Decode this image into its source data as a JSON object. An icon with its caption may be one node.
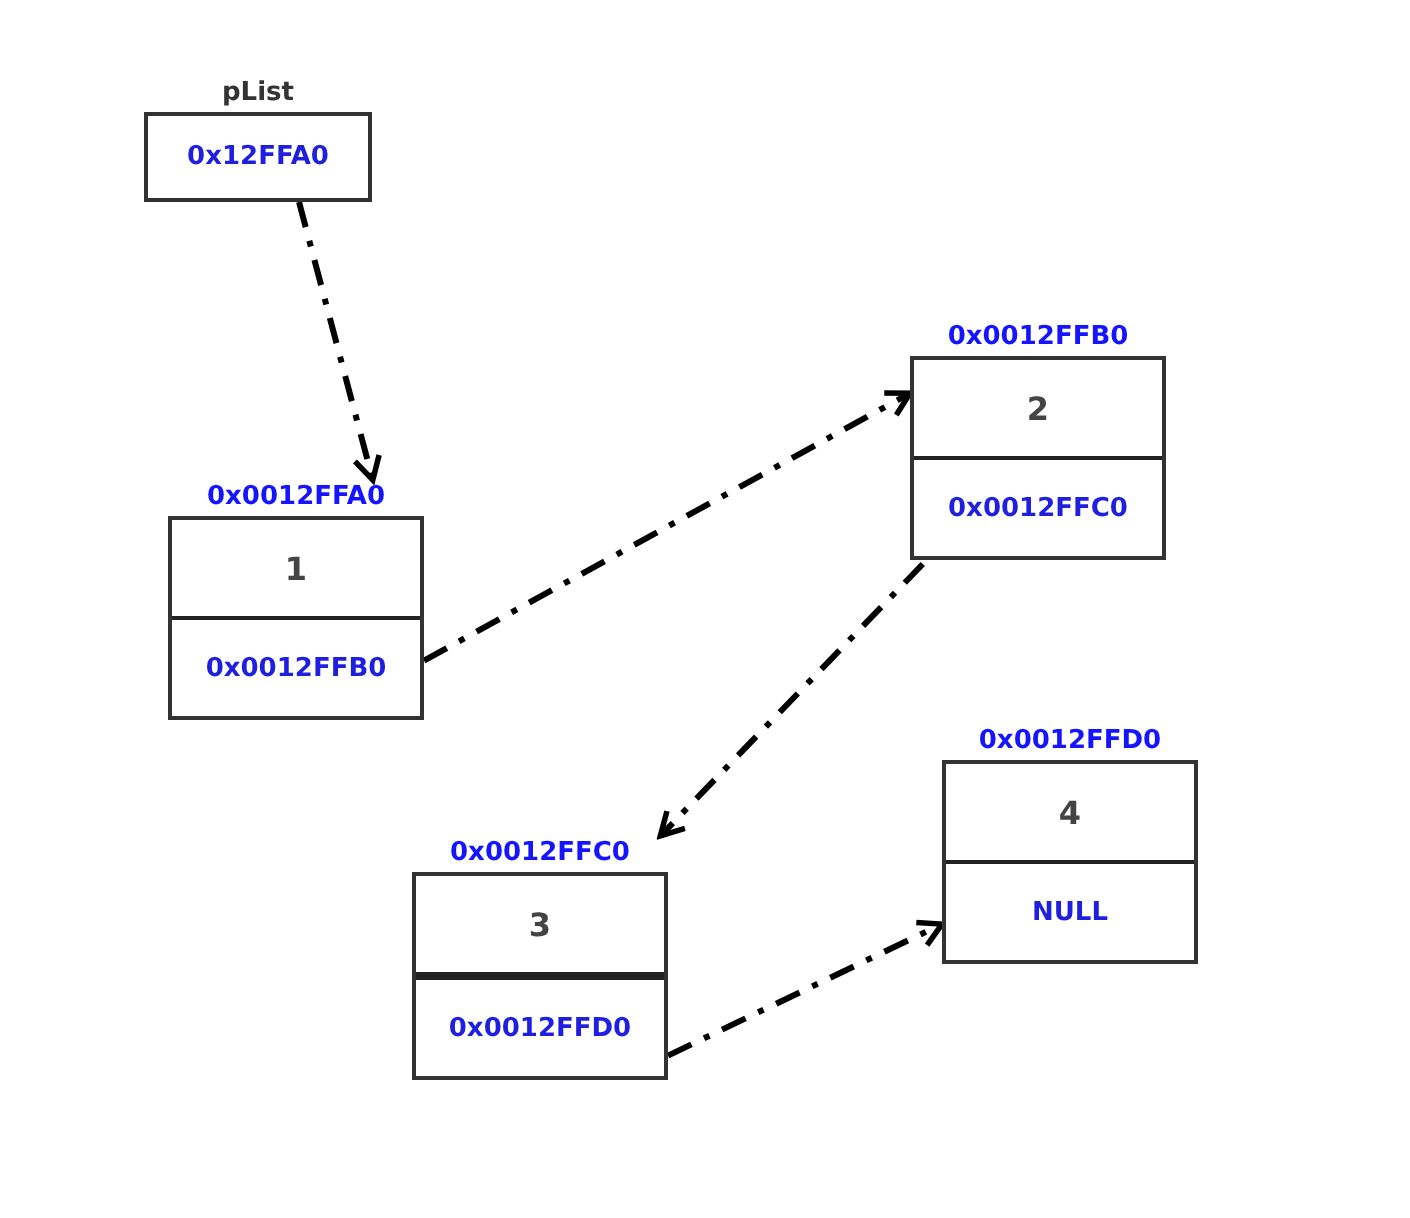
{
  "diagram": {
    "nodes": [
      {
        "text": [
          "pList",
          "0x12FFA0"
        ]
      },
      {
        "text": [
          "0x0012FFA0",
          "1",
          "0x0012FFB0"
        ]
      },
      {
        "text": [
          "0x0012FFB0",
          "2",
          "0x0012FFC0"
        ]
      },
      {
        "text": [
          "0x0012FFC0",
          "3",
          "0x0012FFD0"
        ]
      },
      {
        "text": [
          "0x0012FFD0",
          "4",
          "NULL"
        ]
      }
    ],
    "edges": [
      {
        "from": 0,
        "to": 1,
        "arrow": "to",
        "style": "dashed"
      },
      {
        "from": 1,
        "to": 2,
        "arrow": "to",
        "style": "dashed"
      },
      {
        "from": 2,
        "to": 3,
        "arrow": "to",
        "style": "dashed"
      },
      {
        "from": 3,
        "to": 4,
        "arrow": "to",
        "style": "dashed"
      }
    ]
  }
}
